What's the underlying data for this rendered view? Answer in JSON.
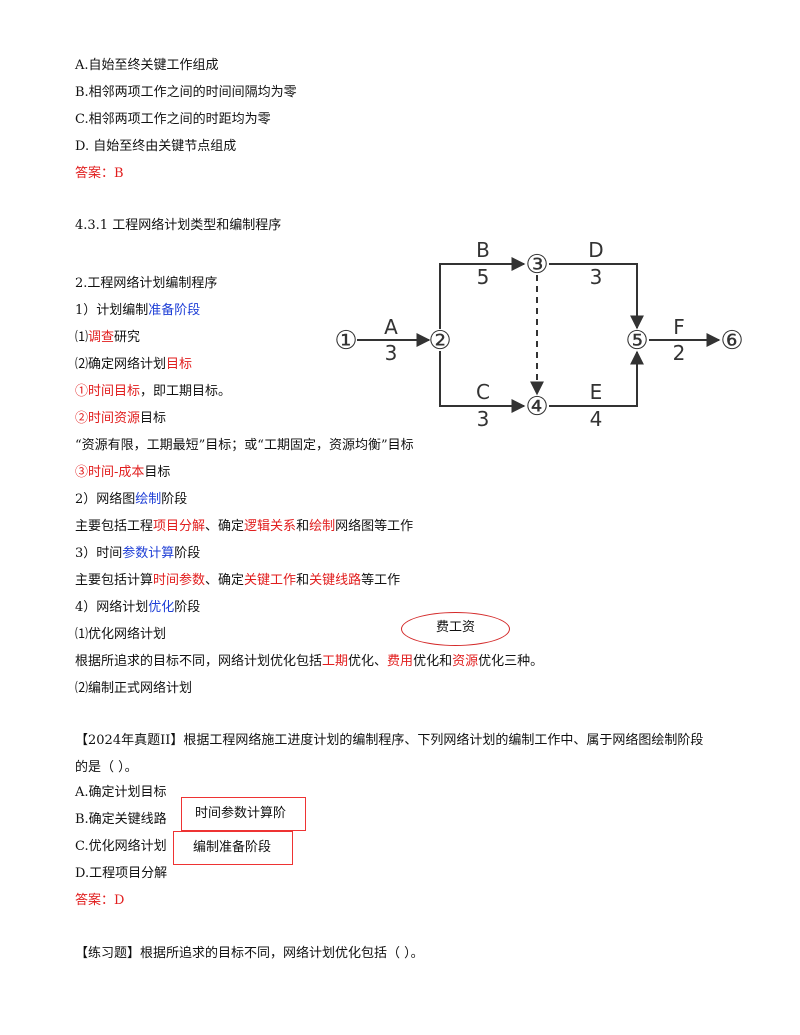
{
  "q1": {
    "options": [
      "A.自始至终关键工作组成",
      "B.相邻两项工作之间的时间间隔均为零",
      "C.相邻两项工作之间的时距均为零",
      "D.  自始至终由关键节点组成"
    ],
    "answer": "答案：B"
  },
  "section": {
    "heading": "4.3.1  工程网络计划类型和编制程序",
    "subheading": "2.工程网络计划编制程序",
    "s1_pre": "1）计划编制",
    "s1_key": "准备阶段",
    "l1_num": "⑴",
    "l1_key": "调查",
    "l1_post": "研究",
    "l2_pre": "⑵确定网络计划",
    "l2_key": "目标",
    "l3_num": "①",
    "l3_key": "时间目标",
    "l3_post": "，即工期目标。",
    "l4_num": "②",
    "l4_key": "时间资源",
    "l4_post": "目标",
    "l5": "“资源有限，工期最短”目标；或“工期固定，资源均衡”目标",
    "l6_num": "③",
    "l6_key": "时间-成本",
    "l6_post": "目标",
    "s2_pre": "2）网络图",
    "s2_key": "绘制",
    "s2_post": "阶段",
    "l7_a": "主要包括工程",
    "l7_k1": "项目分解",
    "l7_b": "、确定",
    "l7_k2": "逻辑关系",
    "l7_c": "和",
    "l7_k3": "绘制",
    "l7_d": "网络图等工作",
    "s3_pre": "3）时间",
    "s3_key": "参数计算",
    "s3_post": "阶段",
    "l8_a": "主要包括计算",
    "l8_k1": "时间参数",
    "l8_b": "、确定",
    "l8_k2": "关键工作",
    "l8_c": "和",
    "l8_k3": "关键线路",
    "l8_d": "等工作",
    "s4_pre": "4）网络计划",
    "s4_key": "优化",
    "s4_post": "阶段",
    "l9": "⑴优化网络计划",
    "oval_text": "费工资",
    "l10_a": "根据所追求的目标不同，网络计划优化包括",
    "l10_k1": "工期",
    "l10_b": "优化、",
    "l10_k2": "费用",
    "l10_c": "优化和",
    "l10_k3": "资源",
    "l10_d": "优化三种。",
    "l11": "⑵编制正式网络计划"
  },
  "network": {
    "nodes": [
      "①",
      "②",
      "③",
      "④",
      "⑤",
      "⑥"
    ],
    "activities": [
      {
        "name": "A",
        "duration": "3"
      },
      {
        "name": "B",
        "duration": "5"
      },
      {
        "name": "C",
        "duration": "3"
      },
      {
        "name": "D",
        "duration": "3"
      },
      {
        "name": "E",
        "duration": "4"
      },
      {
        "name": "F",
        "duration": "2"
      }
    ]
  },
  "q2": {
    "stem1": "【2024年真题II】根据工程网络施工进度计划的编制程序、下列网络计划的编制工作中、属于网络图绘制阶段",
    "stem2": "的是（   ）。",
    "options": [
      "A.确定计划目标",
      "B.确定关键线路",
      "C.优化网络计划",
      "D.工程项目分解"
    ],
    "note_b": "时间参数计算阶",
    "note_c": "编制准备阶段",
    "answer": "答案：D"
  },
  "q3": {
    "stem": "【练习题】根据所追求的目标不同，网络计划优化包括（    ）。"
  }
}
